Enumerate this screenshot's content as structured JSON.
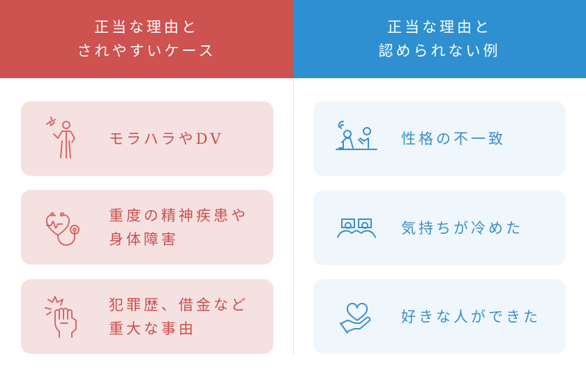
{
  "left_header": {
    "line1": "正当な理由と",
    "line2": "されやすいケース"
  },
  "right_header": {
    "line1": "正当な理由と",
    "line2": "認められない例"
  },
  "left_cards": [
    {
      "icon": "distressed-person-icon",
      "lines": [
        "モラハラやDV"
      ]
    },
    {
      "icon": "stethoscope-icon",
      "lines": [
        "重度の精神疾患や",
        "身体障害"
      ]
    },
    {
      "icon": "fist-icon",
      "lines": [
        "犯罪歴、借金など",
        "重大な事由"
      ]
    }
  ],
  "right_cards": [
    {
      "icon": "arguing-couple-icon",
      "lines": [
        "性格の不一致"
      ]
    },
    {
      "icon": "separated-couple-icon",
      "lines": [
        "気持ちが冷めた"
      ]
    },
    {
      "icon": "heart-in-hand-icon",
      "lines": [
        "好きな人ができた"
      ]
    }
  ],
  "colors": {
    "red": "#cd5250",
    "blue": "#2e90d0",
    "red_card": "#f6e1e1",
    "blue_card": "#f0f7fc"
  }
}
